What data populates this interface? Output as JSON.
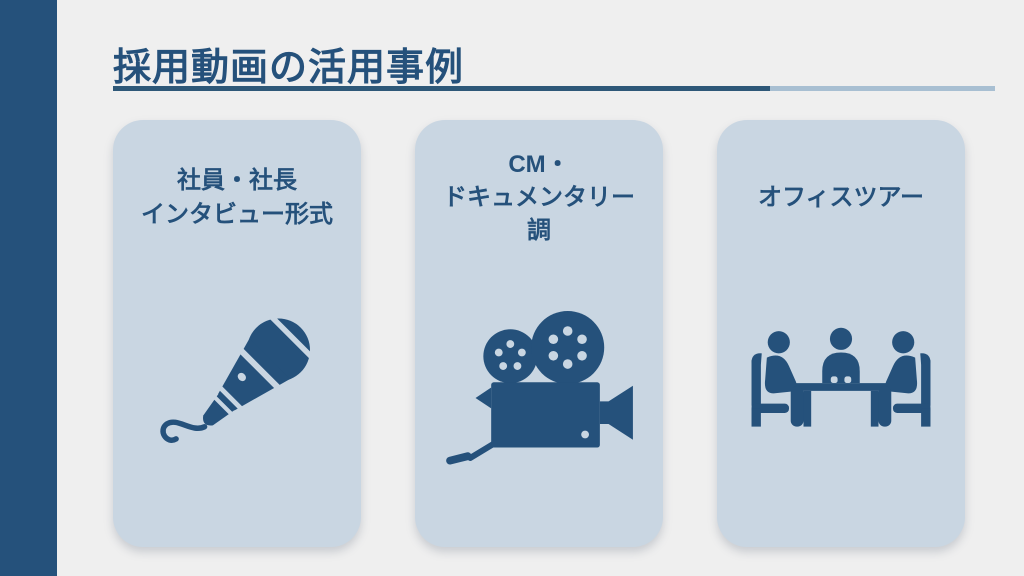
{
  "title": "採用動画の活用事例",
  "cards": [
    {
      "id": "interview",
      "label_lines": [
        "社員・社長",
        "インタビュー形式"
      ],
      "icon": "microphone-icon"
    },
    {
      "id": "cm-documentary",
      "label_lines": [
        "CM・",
        "ドキュメンタリー",
        "調"
      ],
      "icon": "film-camera-icon"
    },
    {
      "id": "office-tour",
      "label_lines": [
        "オフィスツアー"
      ],
      "icon": "meeting-icon"
    }
  ],
  "colors": {
    "accent": "#25517B",
    "card_background": "#C9D6E2",
    "page_background": "#EFEFEF",
    "underline_primary": "#2E5878",
    "underline_secondary": "#A8BFD2"
  }
}
